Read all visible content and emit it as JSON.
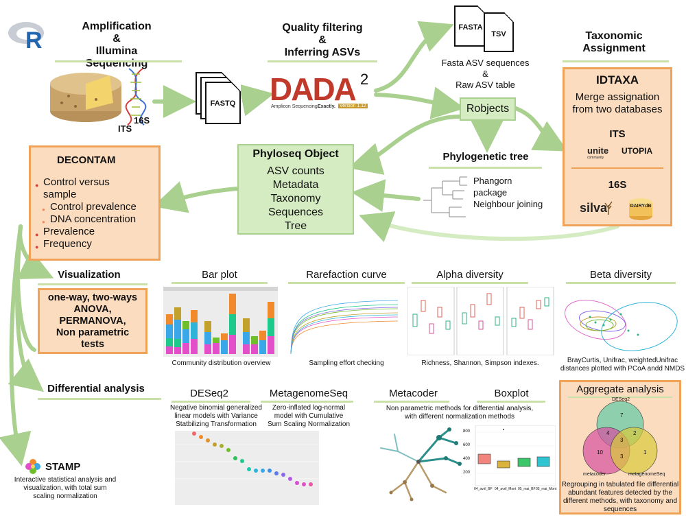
{
  "steps": {
    "amplification": "Amplification\n&\nIllumina Sequencing",
    "quality": "Quality filtering\n&\nInferring ASVs",
    "taxonomic": "Taxonomic\nAssignment"
  },
  "amplicon_labels": {
    "s16": "16S",
    "its": "ITS"
  },
  "fastq": "FASTQ",
  "dada2": {
    "logo_big": "DADA",
    "sup": "2",
    "sub_left": "Amplicon Sequencing.",
    "sub_mid": "Exactly.",
    "version": "Version 1.12"
  },
  "fasta": "FASTA",
  "tsv": "TSV",
  "fasta_caption": "Fasta ASV sequences\n&\nRaw ASV table",
  "robjects": "Robjects",
  "idtaxa": {
    "title": "IDTAXA",
    "subtitle": "Merge assignation\nfrom two databases",
    "its_label": "ITS",
    "unite": "unite",
    "unite_sub": "community",
    "utopia": "UTOPIA",
    "s16_label": "16S",
    "silva": "silva",
    "dairydb": "DAIRYdB"
  },
  "phyloseq": {
    "title": "Phyloseq Object",
    "items": [
      "ASV counts",
      "Metadata",
      "Taxonomy",
      "Sequences",
      "Tree"
    ]
  },
  "phylo_tree": {
    "title": "Phylogenetic tree",
    "desc": "Phangorn\npackage\nNeighbour joining"
  },
  "decontam": {
    "title": "DECONTAM",
    "items": [
      {
        "text": "Control versus\nsample",
        "level": 1
      },
      {
        "text": "Control prevalence",
        "level": 2
      },
      {
        "text": "DNA concentration",
        "level": 2
      },
      {
        "text": "Prevalence",
        "level": 1
      },
      {
        "text": "Frequency",
        "level": 1
      }
    ]
  },
  "visualization": {
    "title": "Visualization",
    "tests": "one-way, two-ways\nANOVA,\nPERMANOVA,\nNon parametric\ntests"
  },
  "panels": {
    "barplot": {
      "title": "Bar plot",
      "caption": "Community distribution overview"
    },
    "rarefaction": {
      "title": "Rarefaction curve",
      "caption": "Sampling effort checking"
    },
    "alpha": {
      "title": "Alpha diversity",
      "caption": "Richness, Shannon, Simpson indexes."
    },
    "beta": {
      "title": "Beta diversity",
      "caption": "BrayCurtis, Unifrac, weightedUnifrac\ndistances plotted with PCoA andd NMDS"
    }
  },
  "differential": {
    "title": "Differential analysis",
    "deseq2": {
      "title": "DESeq2",
      "desc": "Negative binomial generalized\nlinear models with Variance\nStatbilizing Transformation"
    },
    "metagenomeseq": {
      "title": "MetagenomeSeq",
      "desc": "Zero-inflated log-normal\nmodel with Cumulative\nSum Scaling Normalization"
    },
    "metacoder": {
      "title": "Metacoder"
    },
    "boxplot": {
      "title": "Boxplot",
      "yticks": [
        "800",
        "600",
        "400",
        "200"
      ],
      "xticks": [
        "04_avril_BF",
        "04_avril_Mont",
        "05_mai_BF",
        "05_mai_Mont"
      ]
    },
    "nonparam": "Non parametric methods for differential analysis,\nwith different normalization methods"
  },
  "aggregate": {
    "title": "Aggregate analysis",
    "venn": {
      "labels": {
        "deseq2": "DESeq2",
        "metacoder": "metacoder",
        "metagenomeseq": "metagenomeSeq"
      },
      "counts": {
        "deseq2_only": "7",
        "metacoder_only": "10",
        "metagenomeseq_only": "1",
        "deseq2_metacoder": "4",
        "deseq2_metagenomeseq": "2",
        "metacoder_metagenomeseq": "3",
        "all": "3"
      },
      "colors": {
        "deseq2": "#5fc9a6",
        "metacoder": "#d64fa0",
        "metagenomeseq": "#d8c93a"
      }
    },
    "caption": "Regrouping in tabulated file differential\nabundant features detected by the\ndifferent methods, with taxonomy and\nsequences"
  },
  "stamp": {
    "title": "STAMP",
    "desc": "Interactive statistical analysis and\nvisualization, with total sum\nscaling normalization"
  },
  "colors": {
    "orange_fill": "#fbdcbf",
    "orange_border": "#f0a358",
    "green_fill": "#d5ecc2",
    "arrow_green": "#a9d08e"
  }
}
